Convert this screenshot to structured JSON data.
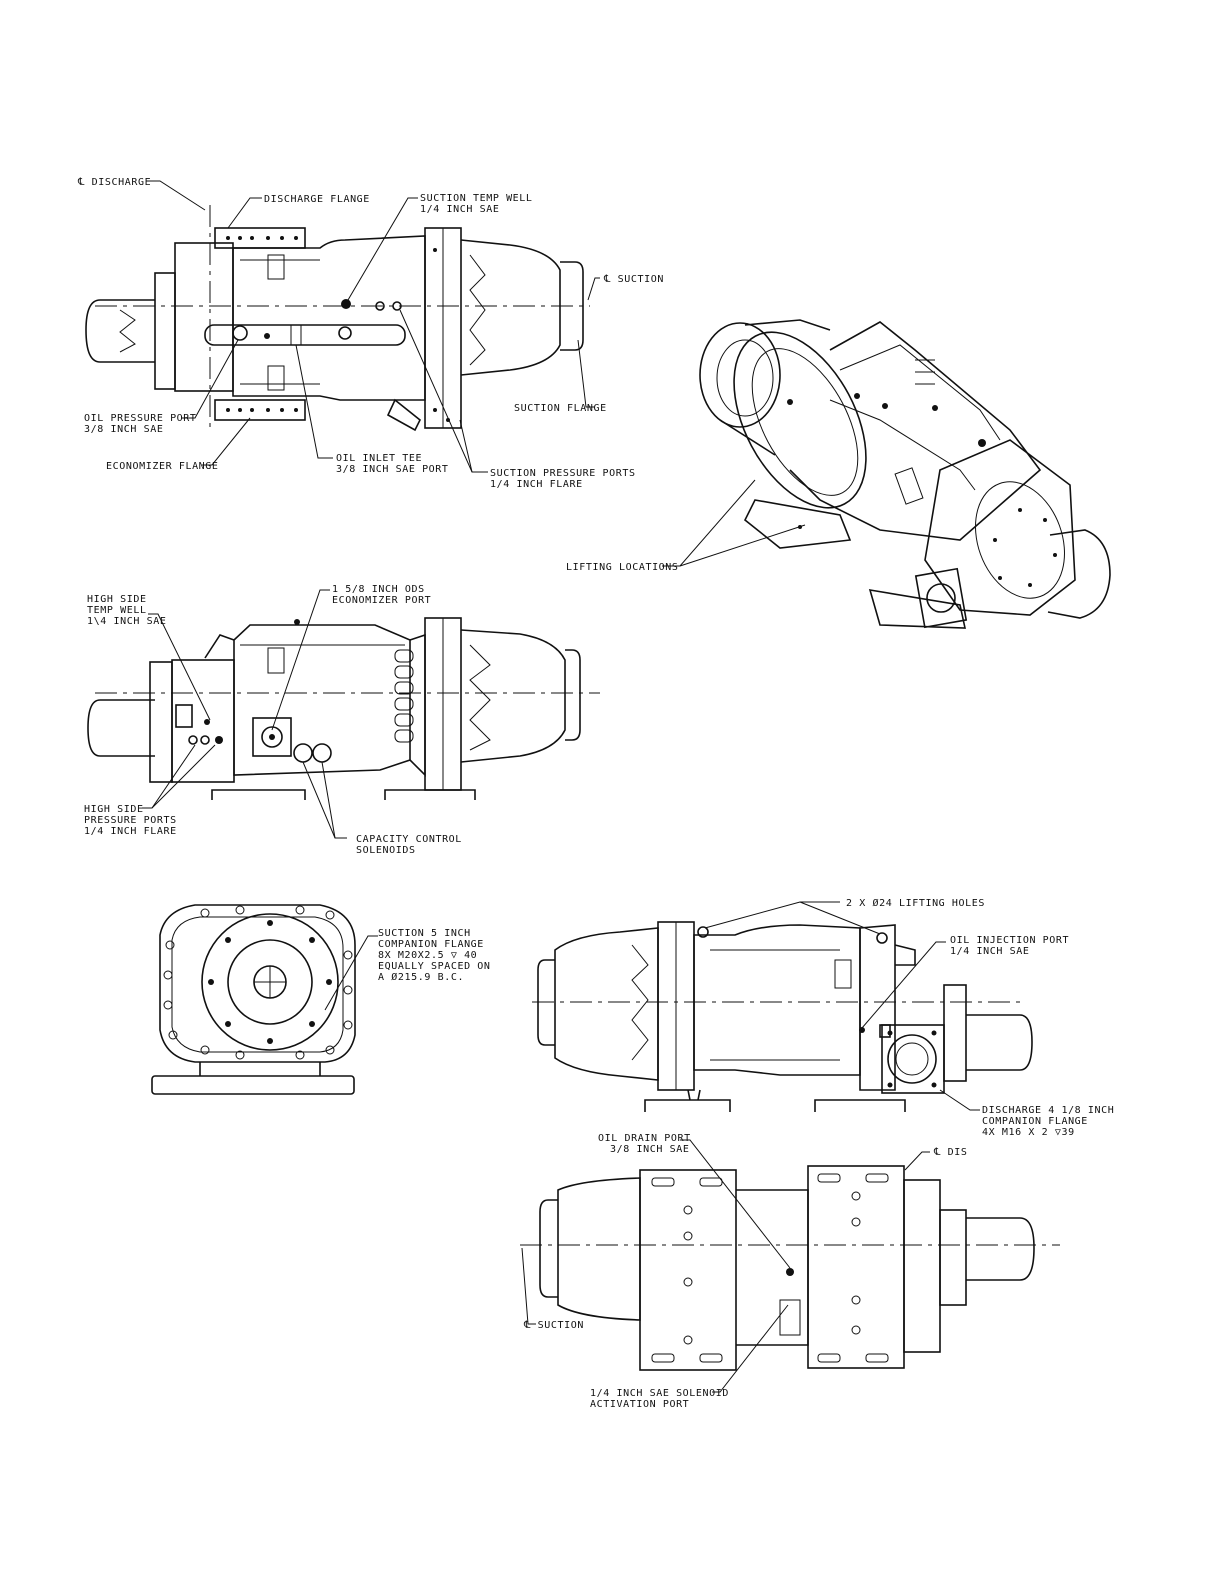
{
  "views": {
    "top": {
      "labels": {
        "cl_discharge": "℄ DISCHARGE",
        "discharge_flange": "DISCHARGE FLANGE",
        "suction_temp_well_1": "SUCTION TEMP WELL",
        "suction_temp_well_2": "1/4 INCH SAE",
        "cl_suction": "℄ SUCTION",
        "suction_flange": "SUCTION FLANGE",
        "oil_pressure_port_1": "OIL PRESSURE PORT",
        "oil_pressure_port_2": "3/8 INCH SAE",
        "economizer_flange": "ECONOMIZER FLANGE",
        "oil_inlet_tee_1": "OIL INLET TEE",
        "oil_inlet_tee_2": "3/8 INCH SAE PORT",
        "suction_pressure_ports_1": "SUCTION PRESSURE PORTS",
        "suction_pressure_ports_2": "1/4 INCH FLARE"
      }
    },
    "iso": {
      "labels": {
        "lifting_locations": "LIFTING LOCATIONS"
      }
    },
    "side": {
      "labels": {
        "high_side_temp_well_1": "HIGH SIDE",
        "high_side_temp_well_2": "TEMP WELL",
        "high_side_temp_well_3": "1\\4 INCH SAE",
        "economizer_port_1": "1 5/8 INCH ODS",
        "economizer_port_2": "ECONOMIZER PORT",
        "high_side_pressure_ports_1": "HIGH SIDE",
        "high_side_pressure_ports_2": "PRESSURE PORTS",
        "high_side_pressure_ports_3": "1/4 INCH FLARE",
        "capacity_control_1": "CAPACITY CONTROL",
        "capacity_control_2": "SOLENOIDS"
      }
    },
    "end": {
      "labels": {
        "suction_companion_1": "SUCTION 5 INCH",
        "suction_companion_2": "COMPANION FLANGE",
        "suction_companion_3": "8X M20X2.5 ▽ 40",
        "suction_companion_4": "EQUALLY SPACED ON",
        "suction_companion_5": "A Ø215.9 B.C."
      }
    },
    "rear": {
      "labels": {
        "lifting_holes": "2 X Ø24 LIFTING HOLES",
        "oil_injection_port_1": "OIL INJECTION PORT",
        "oil_injection_port_2": "1/4 INCH SAE",
        "discharge_companion_1": "DISCHARGE 4 1/8 INCH",
        "discharge_companion_2": "COMPANION FLANGE",
        "discharge_companion_3": "4X M16 X 2 ▽39"
      }
    },
    "bottom": {
      "labels": {
        "oil_drain_port_1": "OIL DRAIN PORT",
        "oil_drain_port_2": "3/8 INCH SAE",
        "cl_dis": "℄ DIS",
        "cl_suction": "℄ SUCTION",
        "solenoid_port_1": "1/4 INCH SAE SOLENOID",
        "solenoid_port_2": "ACTIVATION PORT"
      }
    }
  }
}
